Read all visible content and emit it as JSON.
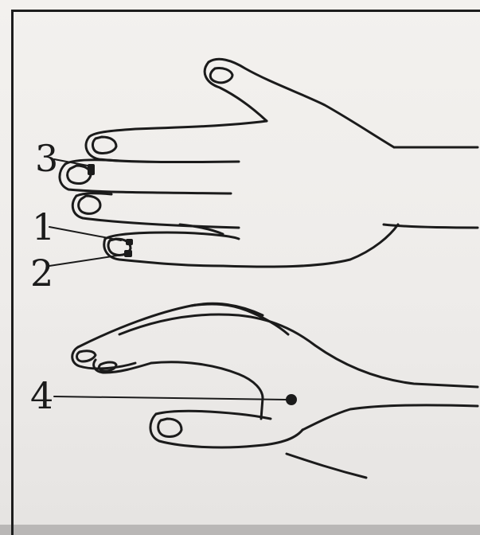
{
  "labels": [
    {
      "id": "point-3",
      "text": "3"
    },
    {
      "id": "point-1",
      "text": "1"
    },
    {
      "id": "point-2",
      "text": "2"
    },
    {
      "id": "point-4",
      "text": "4"
    }
  ],
  "colors": {
    "ink": "#1b1b1b",
    "paper": "#f1efec",
    "marker": "#1b1b1b"
  },
  "icons": [
    "hand-palm-down-spread",
    "hand-side-view"
  ]
}
